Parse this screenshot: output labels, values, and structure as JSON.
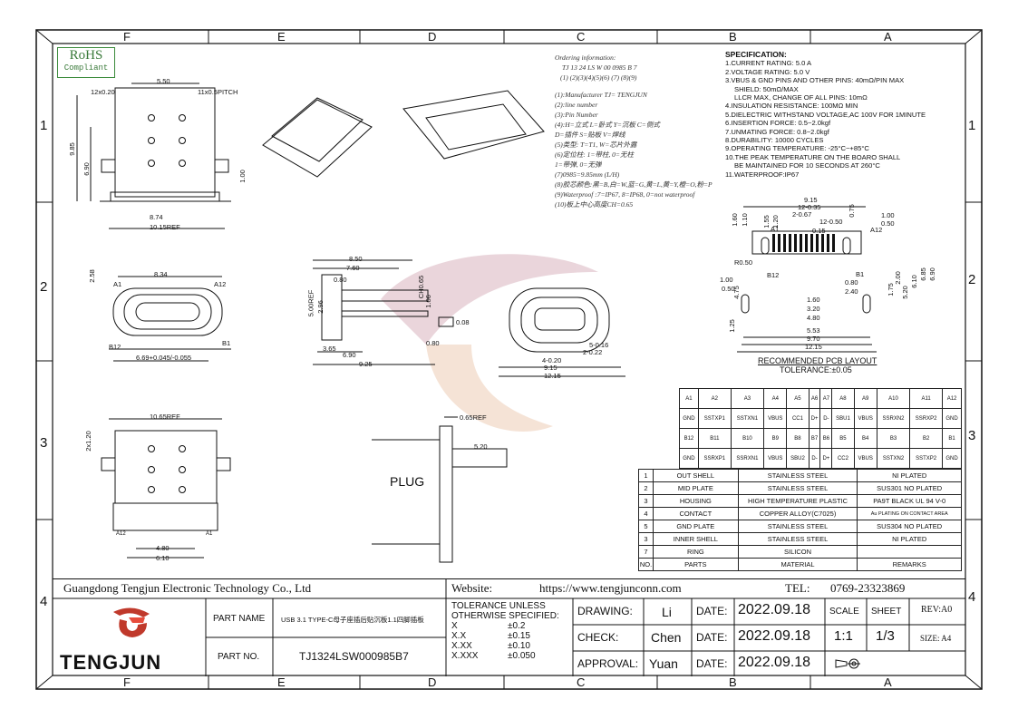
{
  "zones": {
    "top": [
      "F",
      "E",
      "D",
      "C",
      "B",
      "A"
    ],
    "bottom": [
      "F",
      "E",
      "D",
      "C",
      "B",
      "A"
    ],
    "left": [
      "1",
      "2",
      "3",
      "4"
    ],
    "right": [
      "1",
      "2",
      "3",
      "4"
    ]
  },
  "rohs": {
    "line1": "RoHS",
    "line2": "Compliant"
  },
  "ordering": {
    "title": "Ordering information:",
    "code": "TJ 13  24 LS W 00   0985 B  7",
    "positions": "(1)  (2)(3)(4)(5)(6)   (7)   (8)(9)",
    "notes": [
      "(1):Manufacturer TJ= TENGJUN",
      "(2):line number",
      "(3):Pin Number",
      "(4):H=立式 L=卧式 Y=沉板 C=侧式",
      "    D=插件 S=贴板 V=焊线",
      "(5)类型: T=T1, W=芯片外露",
      "(6)定位柱: 1=带柱, 0=无柱",
      "         1=带弹, 0=无弹",
      "(7)0985=9.85mm (L/H)",
      "(8)胶芯颜色:黑=B,白=W,蓝=G,黄=L,黄=Y,橙=O,粉=P",
      "(9)Waterproof :7=IP67, 8=IP68, 0=not waterproof",
      "(10)板上中心高度CH=0.65"
    ]
  },
  "spec": {
    "title": "SPECIFICATION:",
    "lines": [
      "1.CURRENT RATING: 5.0 A",
      "2.VOLTAGE RATING: 5.0 V",
      "3.VBUS & GND PINS AND OTHER PINS: 40mΩ/PIN MAX",
      "   SHIELD: 50mΩ/MAX",
      "   LLCR MAX, CHANGE OF ALL PINS: 10mΩ",
      "4.INSULATION RESISTANCE: 100MΩ MIN",
      "5.DIELECTRIC WITHSTAND VOLTAGE,AC 100V FOR 1MINUTE",
      "6.INSERTION FORCE: 0.5~2.0kgf",
      "7.UNMATING FORCE: 0.8~2.0kgf",
      "8.DURABILITY: 10000 CYCLES",
      "9.OPERATING TEMPERATURE: -25°C~+85°C",
      "10.THE PEAK TEMPERATURE ON THE BOARO SHALL",
      "    BE MAINTAINED FOR 10 SECONDS AT 260°C",
      "11.WATERPROOF:IP67"
    ]
  },
  "pcb": {
    "title": "RECOMMENDED PCB LAYOUT",
    "tolerance": "TOLERANCE:±0.05",
    "dims": [
      "9.15",
      "12-0.35",
      "2-0.67",
      "12-0.50",
      "0.75",
      "0.15",
      "1.00",
      "0.50",
      "A1",
      "A12",
      "1.60",
      "1.10",
      "1.55",
      "1.20",
      "R0.50",
      "B12",
      "B1",
      "0.80",
      "2.40",
      "1.00",
      "0.50",
      "4.75",
      "1.60",
      "3.20",
      "4.80",
      "5.53",
      "9.70",
      "12.15",
      "1.75",
      "2.00",
      "5.20",
      "6.10",
      "6.85",
      "6.90",
      "1.25"
    ]
  },
  "views": {
    "top": [
      "5.50",
      "12x0.20",
      "11x0.5PITCH",
      "9.85",
      "6.90",
      "1.00",
      "8.74",
      "10.15REF"
    ],
    "front": [
      "8.34",
      "2.58",
      "A1",
      "A12",
      "B12",
      "B1",
      "6.69+0.045/-0.055"
    ],
    "side": [
      "8.50",
      "7.60",
      "0.80",
      "5.00REF",
      "2.96",
      "CH0.65",
      "1.06",
      "0.08",
      "3.65",
      "6.90",
      "0.80",
      "9.25"
    ],
    "mouth": [
      "5-0.16",
      "2-0.22",
      "4-0.20",
      "9.15",
      "12.15"
    ],
    "bottom": [
      "10.65REF",
      "2x1.20",
      "4.80",
      "6.10",
      "A12",
      "A1"
    ],
    "section": [
      "0.65REF",
      "5.20",
      "PLUG"
    ]
  },
  "pinout": {
    "rows": [
      [
        "A1",
        "A2",
        "A3",
        "A4",
        "A5",
        "A6",
        "A7",
        "A8",
        "A9",
        "A10",
        "A11",
        "A12"
      ],
      [
        "GND",
        "SSTXP1",
        "SSTXN1",
        "VBUS",
        "CC1",
        "D+",
        "D-",
        "SBU1",
        "VBUS",
        "SSRXN2",
        "SSRXP2",
        "GND"
      ],
      [
        "B12",
        "B11",
        "B10",
        "B9",
        "B8",
        "B7",
        "B6",
        "B5",
        "B4",
        "B3",
        "B2",
        "B1"
      ],
      [
        "GND",
        "SSRXP1",
        "SSRXN1",
        "VBUS",
        "SBU2",
        "D-",
        "D+",
        "CC2",
        "VBUS",
        "SSTXN2",
        "SSTXP2",
        "GND"
      ]
    ]
  },
  "bom": {
    "rows": [
      [
        "1",
        "OUT SHELL",
        "STAINLESS STEEL",
        "NI PLATED"
      ],
      [
        "2",
        "MID PLATE",
        "STAINLESS STEEL",
        "SUS301 NO PLATED"
      ],
      [
        "3",
        "HOUSING",
        "HIGH TEMPERATURE PLASTIC",
        "PA9T BLACK UL 94 V-0"
      ],
      [
        "4",
        "CONTACT",
        "COPPER ALLOY(C7025)",
        "Au PLATING ON CONTACT AREA"
      ],
      [
        "5",
        "GND PLATE",
        "STAINLESS STEEL",
        "SUS304 NO PLATED"
      ],
      [
        "3",
        "INNER SHELL",
        "STAINLESS STEEL",
        "NI PLATED"
      ],
      [
        "7",
        "RING",
        "SILICON",
        ""
      ]
    ],
    "headers": [
      "NO.",
      "PARTS",
      "MATERIAL",
      "REMARKS"
    ]
  },
  "title_block": {
    "company": "Guangdong Tengjun Electronic Technology Co., Ltd",
    "website_label": "Website:",
    "website": "https://www.tengjunconn.com",
    "tel_label": "TEL:",
    "tel": "0769-23323869",
    "logo_text": "TENGJUN",
    "part_name_label": "PART NAME",
    "part_name": "USB 3.1 TYPE-C母子座插后贴沉板1.1四脚插板",
    "part_no_label": "PART NO.",
    "part_no": "TJ1324LSW000985B7",
    "tolerance_title": "TOLERANCE  UNLESS OTHERWISE  SPECIFIED:",
    "tolerances": [
      [
        "X",
        "±0.2"
      ],
      [
        "X.X",
        "±0.15"
      ],
      [
        "X.XX",
        "±0.10"
      ],
      [
        "X.XXX",
        "±0.050"
      ]
    ],
    "drawing_label": "DRAWING:",
    "drawing": "Li",
    "check_label": "CHECK:",
    "check": "Chen",
    "approval_label": "APPROVAL:",
    "approval": "Yuan",
    "date_label": "DATE:",
    "date": "2022.09.18",
    "scale_label": "SCALE",
    "scale": "1:1",
    "sheet_label": "SHEET",
    "sheet": "1/3",
    "rev": "REV:A0",
    "size": "SIZE: A4"
  },
  "colors": {
    "line": "#111111",
    "logo_red": "#c0392b",
    "watermark": "#d9c2c8"
  }
}
